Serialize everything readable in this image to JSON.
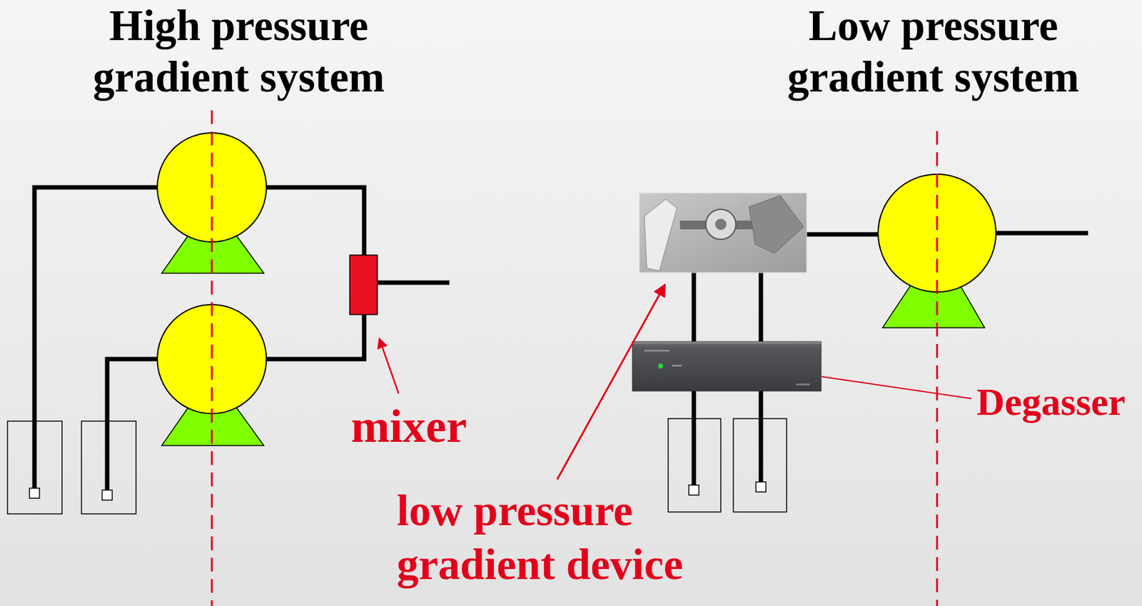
{
  "diagram": {
    "labels": [
      "High pressure gradient system",
      "Low pressure gradient system",
      "mixer",
      "Degasser",
      "low pressure gradient device"
    ]
  }
}
